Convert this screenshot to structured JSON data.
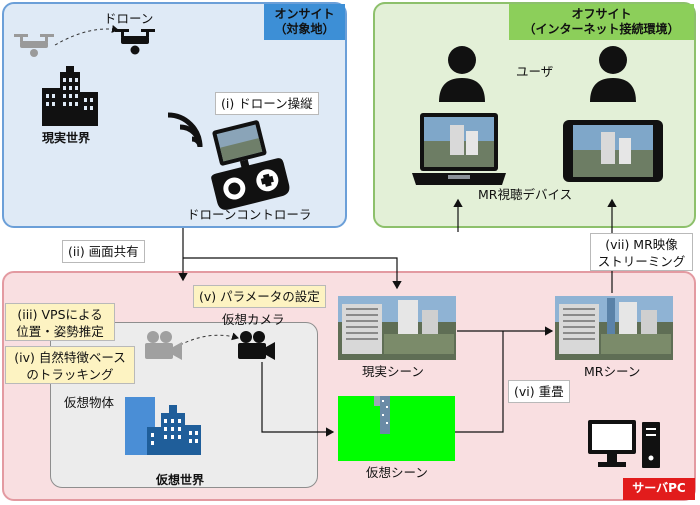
{
  "panels": {
    "onsite": {
      "title": "オンサイト\n（対象地）"
    },
    "offsite": {
      "title": "オフサイト\n（インターネット接続環境）"
    },
    "server": {
      "title": "サーバPC"
    },
    "virtual_world": {
      "title": "仮想世界"
    }
  },
  "labels": {
    "drone": "ドローン",
    "real_world": "現実世界",
    "drone_controller": "ドローンコントローラ",
    "user": "ユーザ",
    "mr_device": "MR視聴デバイス",
    "virtual_camera": "仮想カメラ",
    "virtual_object": "仮想物体",
    "real_scene": "現実シーン",
    "virtual_scene": "仮想シーン",
    "mr_scene": "MRシーン"
  },
  "steps": {
    "i": "(i) ドローン操縦",
    "ii": "(ii) 画面共有",
    "iii": "(iii) VPSによる\n位置・姿勢推定",
    "iv": "(iv) 自然特徴ベース\nのトラッキング",
    "v": "(v) パラメータの設定",
    "vi": "(vi) 重畳",
    "vii": "(vii) MR映像\nストリーミング"
  },
  "colors": {
    "onsite_bg": "#dfeaf6",
    "onsite_accent": "#3d8fd6",
    "offsite_bg": "#e3f0d7",
    "offsite_accent": "#8ccf5a",
    "server_bg": "#f9dfe1",
    "server_accent": "#e21c1c",
    "note_bg": "#fdf3c2",
    "green_screen": "#00ff00"
  },
  "icons": [
    "drone-icon",
    "building-icon",
    "wifi-signal-icon",
    "game-controller-icon",
    "user-icon",
    "laptop-icon",
    "tablet-icon",
    "video-camera-icon",
    "desktop-pc-icon"
  ]
}
